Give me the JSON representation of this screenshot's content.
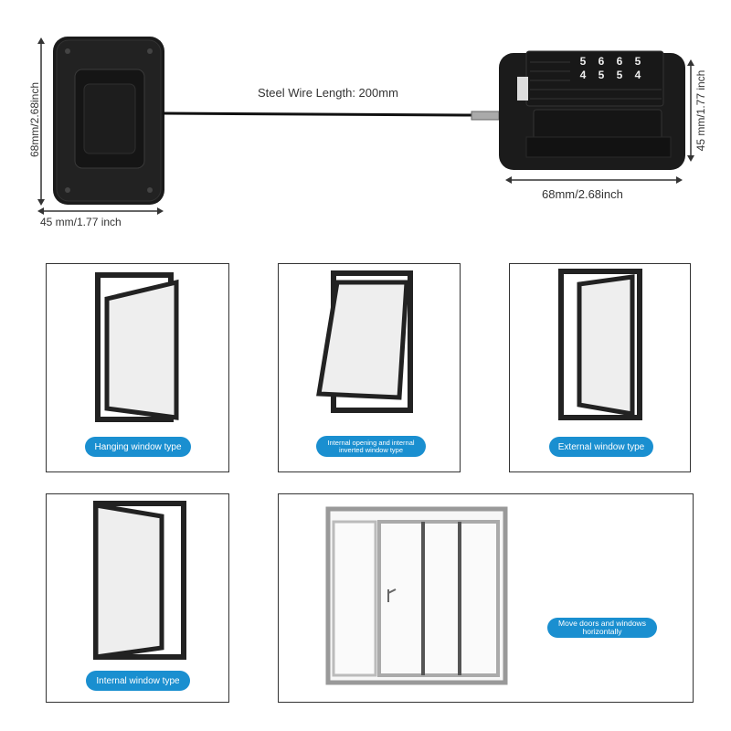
{
  "product": {
    "wire_label": "Steel Wire Length: 200mm",
    "left_lock": {
      "height_label": "68mm/2.68inch",
      "width_label": "45 mm/1.77 inch"
    },
    "right_lock": {
      "height_label": "45 mm/1.77 inch",
      "width_label": "68mm/2.68inch",
      "code_digits_top": [
        "5",
        "6",
        "6",
        "5"
      ],
      "code_digits_bottom": [
        "4",
        "5",
        "5",
        "4"
      ]
    }
  },
  "panels": [
    {
      "label": "Hanging window type"
    },
    {
      "label": "Internal opening and internal inverted window type"
    },
    {
      "label": "External window type"
    },
    {
      "label": "Internal window type"
    },
    {
      "label": "Move doors and windows horizontally"
    }
  ],
  "colors": {
    "pill": "#1a8fd0",
    "frame": "#1e1e1e"
  }
}
